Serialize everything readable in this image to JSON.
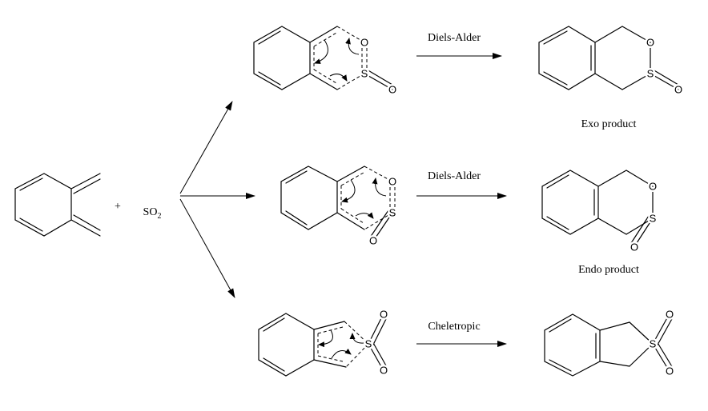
{
  "reactant": {
    "plus": "+",
    "so2_main": "SO",
    "so2_sub": "2"
  },
  "atoms": {
    "O": "O",
    "S": "S"
  },
  "reactions": [
    {
      "label": "Diels-Alder",
      "product": "Exo product"
    },
    {
      "label": "Diels-Alder",
      "product": "Endo product"
    },
    {
      "label": "Cheletropic",
      "product": ""
    }
  ]
}
